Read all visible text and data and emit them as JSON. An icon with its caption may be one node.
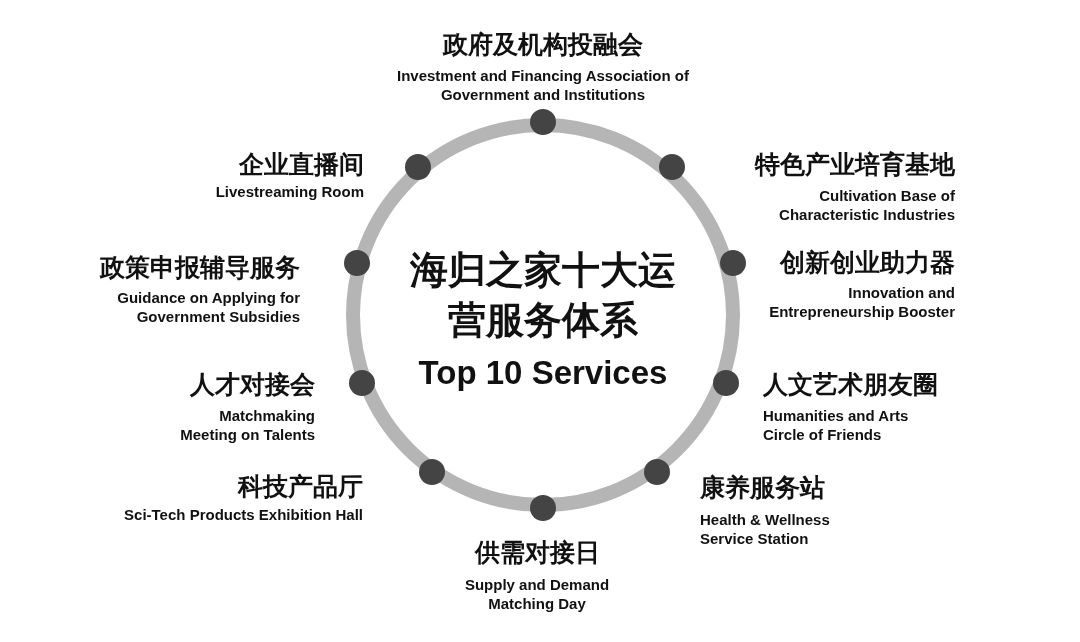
{
  "diagram": {
    "nodes": [
      {
        "text": [
          "海归之家十大运营服务体系",
          "Top 10 Services"
        ]
      },
      {
        "text": [],
        "shape": "circle",
        "beside": [
          "政府及机构投融会",
          "Investment and Financing Association of Government and Institutions"
        ]
      },
      {
        "text": [],
        "shape": "circle",
        "beside": [
          "特色产业培育基地",
          "Cultivation Base of Characteristic Industries"
        ]
      },
      {
        "text": [],
        "shape": "circle",
        "beside": [
          "创新创业助力器",
          "Innovation and Entrepreneurship Booster"
        ]
      },
      {
        "text": [],
        "shape": "circle",
        "beside": [
          "人文艺术朋友圈",
          "Humanities and Arts Circle of Friends"
        ]
      },
      {
        "text": [],
        "shape": "circle",
        "beside": [
          "康养服务站",
          "Health & Wellness Service Station"
        ]
      },
      {
        "text": [],
        "shape": "circle",
        "beside": [
          "供需对接日",
          "Supply and Demand Matching Day"
        ]
      },
      {
        "text": [],
        "shape": "circle",
        "beside": [
          "科技产品厅",
          "Sci-Tech Products Exhibition Hall"
        ]
      },
      {
        "text": [],
        "shape": "circle",
        "beside": [
          "人才对接会",
          "Matchmaking Meeting on Talents"
        ]
      },
      {
        "text": [],
        "shape": "circle",
        "beside": [
          "政策申报辅导服务",
          "Guidance on Applying for Government Subsidies"
        ]
      },
      {
        "text": [],
        "shape": "circle",
        "beside": [
          "企业直播间",
          "Livestreaming Room"
        ]
      }
    ]
  }
}
